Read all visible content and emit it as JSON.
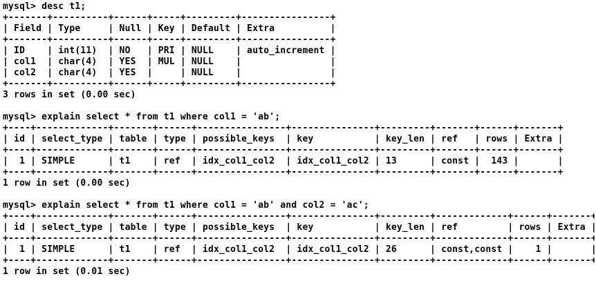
{
  "terminal": {
    "lines": [
      "mysql> desc t1;",
      "+-------+----------+------+-----+---------+----------------+",
      "| Field | Type     | Null | Key | Default | Extra          |",
      "+-------+----------+------+-----+---------+----------------+",
      "| ID    | int(11)  | NO   | PRI | NULL    | auto_increment |",
      "| col1  | char(4)  | YES  | MUL | NULL    |                |",
      "| col2  | char(4)  | YES  |     | NULL    |                |",
      "+-------+----------+------+-----+---------+----------------+",
      "3 rows in set (0.00 sec)",
      "",
      "mysql> explain select * from t1 where col1 = 'ab';",
      "+----+-------------+-------+------+----------------+---------------+---------+-------+------+-------+",
      "| id | select_type | table | type | possible_keys  | key           | key_len | ref   | rows | Extra |",
      "+----+-------------+-------+------+----------------+---------------+---------+-------+------+-------+",
      "|  1 | SIMPLE      | t1    | ref  | idx_col1_col2  | idx_col1_col2 | 13      | const |  143 |       |",
      "+----+-------------+-------+------+----------------+---------------+---------+-------+------+-------+",
      "1 row in set (0.00 sec)",
      "",
      "mysql> explain select * from t1 where col1 = 'ab' and col2 = 'ac';",
      "+----+-------------+-------+------+----------------+---------------+---------+-------------+------+-------+",
      "| id | select_type | table | type | possible_keys  | key           | key_len | ref         | rows | Extra |",
      "+----+-------------+-------+------+----------------+---------------+---------+-------------+------+-------+",
      "|  1 | SIMPLE      | t1    | ref  | idx_col1_col2  | idx_col1_col2 | 26      | const,const |    1 |       |",
      "+----+-------------+-------+------+----------------+---------------+---------+-------------+------+-------+",
      "1 row in set (0.01 sec)"
    ]
  }
}
